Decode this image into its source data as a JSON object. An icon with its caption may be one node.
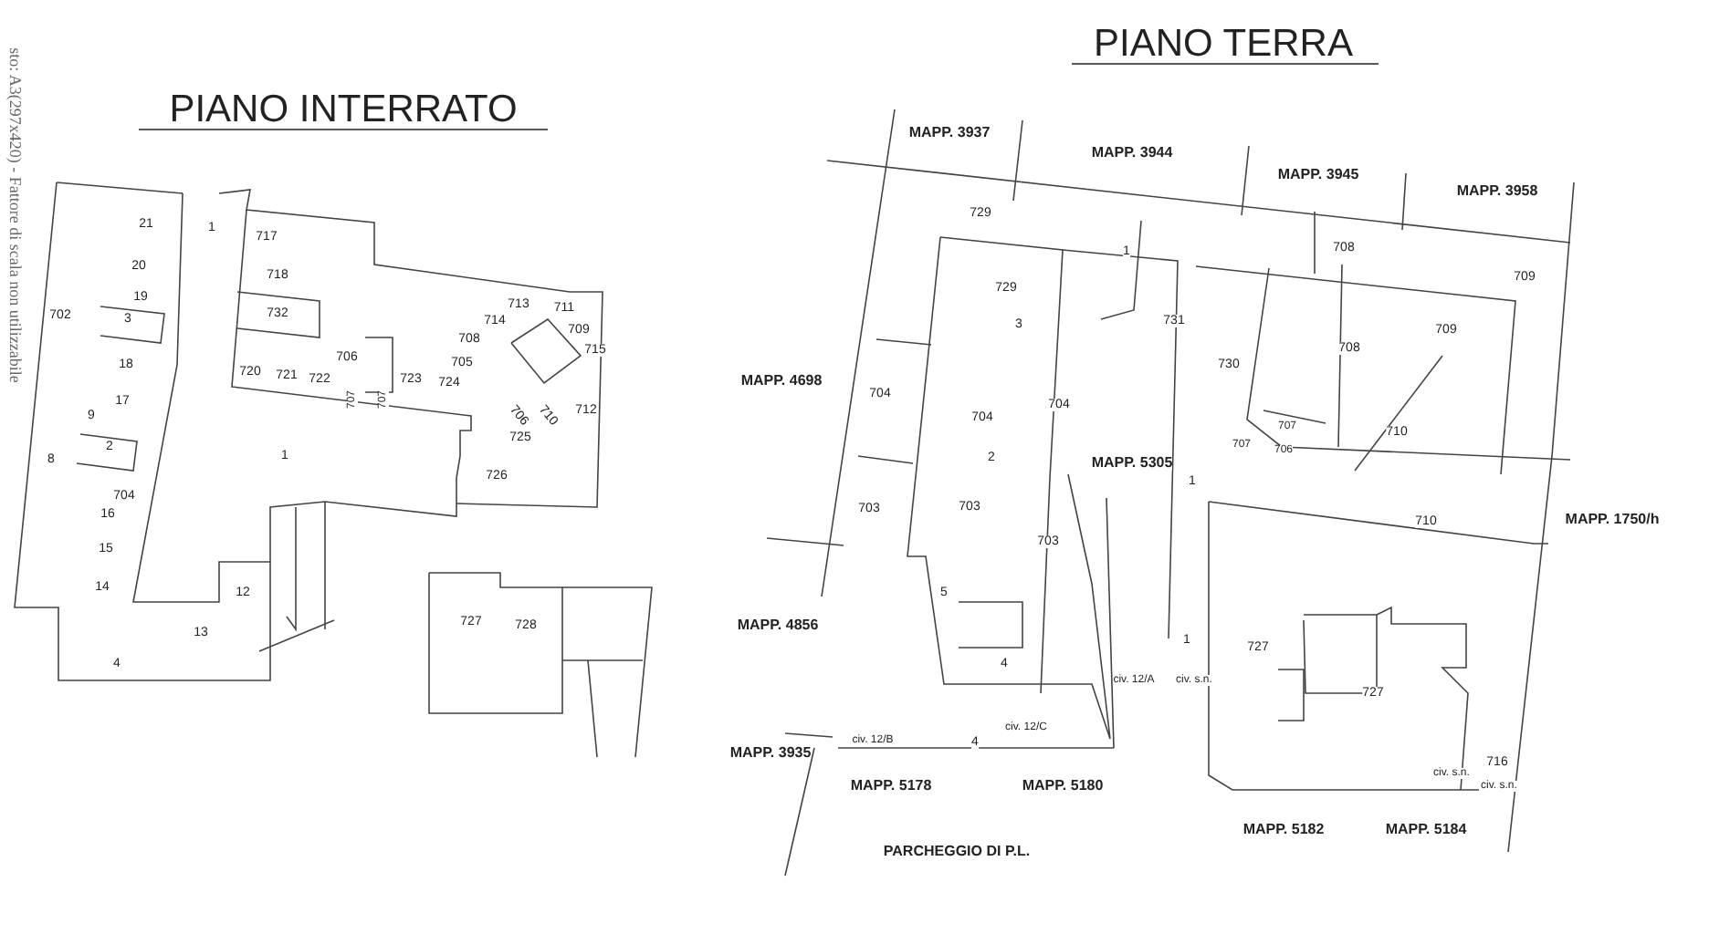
{
  "diagram": {
    "labels": [
      "sto: A3(297x420) - Fattore di scala non utilizzabile",
      "PIANO INTERRATO",
      "PIANO TERRA",
      "1",
      "21",
      "717",
      "20",
      "718",
      "19",
      "702",
      "3",
      "732",
      "18",
      "706",
      "708",
      "713",
      "714",
      "711",
      "709",
      "715",
      "705",
      "720",
      "721",
      "722",
      "723",
      "724",
      "707",
      "707",
      "17",
      "706",
      "710",
      "712",
      "725",
      "726",
      "1",
      "9",
      "8",
      "2",
      "704",
      "16",
      "15",
      "14",
      "12",
      "13",
      "4",
      "727",
      "728",
      "MAPP. 3937",
      "MAPP. 3944",
      "MAPP. 3945",
      "MAPP. 3958",
      "729",
      "1",
      "708",
      "709",
      "729",
      "3",
      "731",
      "MAPP. 4698",
      "708",
      "709",
      "730",
      "704",
      "704",
      "704",
      "707",
      "707",
      "706",
      "710",
      "2",
      "MAPP. 5305",
      "1",
      "703",
      "703",
      "703",
      "710",
      "MAPP. 1750/h",
      "5",
      "1",
      "MAPP. 4856",
      "727",
      "4",
      "civ. 12/A",
      "civ. s.n.",
      "727",
      "4",
      "civ. 12/C",
      "MAPP. 3935",
      "civ. 12/B",
      "716",
      "civ. s.n.",
      "civ. s.n.",
      "MAPP. 5178",
      "MAPP. 5180",
      "MAPP. 5182",
      "MAPP. 5184",
      "PARCHEGGIO DI P.L."
    ]
  }
}
